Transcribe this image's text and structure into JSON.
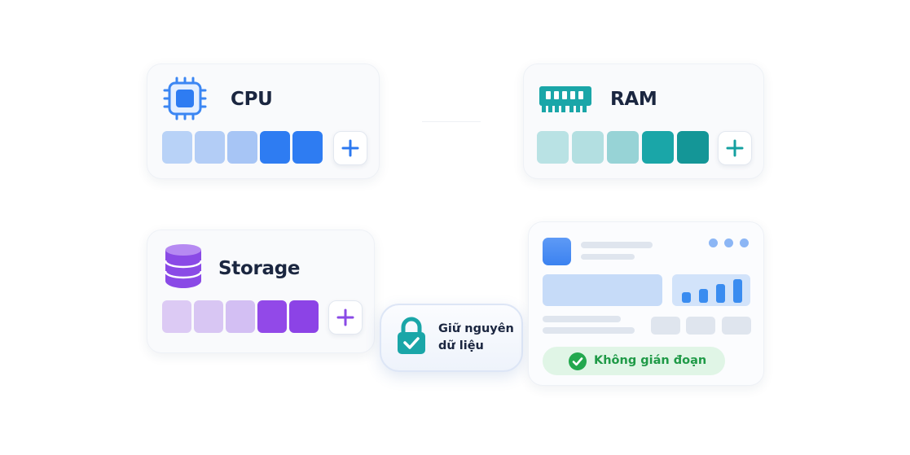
{
  "cpu": {
    "title": "CPU",
    "icon": "cpu-chip-icon",
    "accent": "#2b78f0",
    "blocks": [
      "#b8d2f7",
      "#b3cdf6",
      "#a7c5f5",
      "#2e7cf2",
      "#2e7cf2"
    ]
  },
  "ram": {
    "title": "RAM",
    "icon": "ram-module-icon",
    "accent": "#14a0a0",
    "blocks": [
      "#b9e2e4",
      "#b3dfe1",
      "#97d3d6",
      "#1aa6a8",
      "#149697"
    ]
  },
  "storage": {
    "title": "Storage",
    "icon": "database-stack-icon",
    "accent": "#8a4ae6",
    "blocks": [
      "#dccaf4",
      "#d8c6f3",
      "#d3bff3",
      "#9249e8",
      "#8c43e6"
    ]
  },
  "lock_badge": {
    "line1": "Giữ nguyên",
    "line2": "dữ liệu",
    "icon": "lock-check-icon"
  },
  "dashboard": {
    "status": "Không gián đoạn",
    "status_icon": "check-circle-icon",
    "bar_levels": [
      0.42,
      0.55,
      0.78,
      0.95
    ]
  }
}
